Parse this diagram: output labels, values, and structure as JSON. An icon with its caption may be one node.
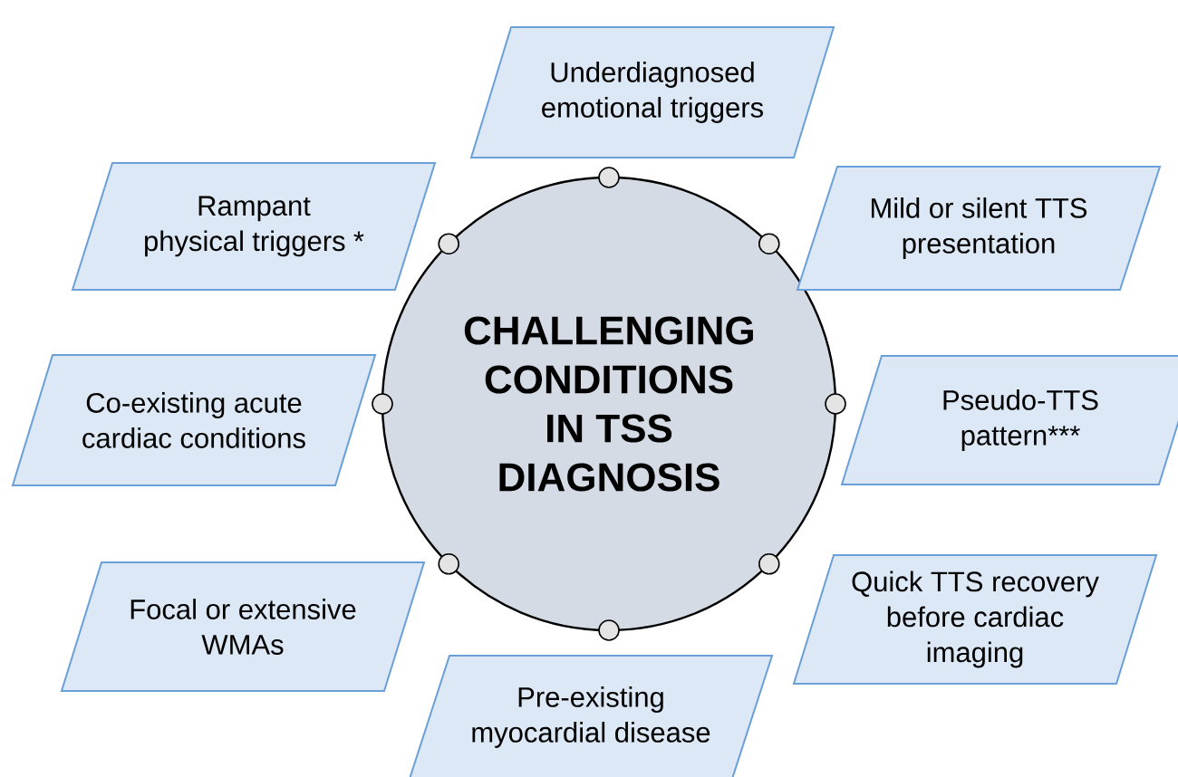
{
  "diagram": {
    "nodes": [
      {
        "text": [
          "CHALLENGING CONDITIONS IN TSS DIAGNOSIS"
        ]
      },
      {
        "text": [
          "Underdiagnosed emotional triggers"
        ]
      },
      {
        "text": [
          "Rampant physical triggers *"
        ]
      },
      {
        "text": [
          "Mild or silent TTS presentation"
        ]
      },
      {
        "text": [
          "Co-existing acute cardiac conditions"
        ]
      },
      {
        "text": [
          "Pseudo-TTS pattern***"
        ]
      },
      {
        "text": [
          "Focal or extensive WMAs"
        ]
      },
      {
        "text": [
          "Quick TTS recovery before cardiac imaging"
        ]
      },
      {
        "text": [
          "Pre-existing myocardial disease"
        ]
      }
    ]
  }
}
